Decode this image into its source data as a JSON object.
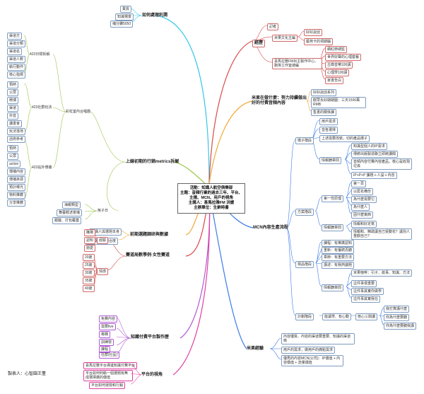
{
  "center": {
    "lines": [
      "活動：知識人航空俱樂部",
      "主題：音頻行業的過去三年、平台、主播、MCN、用戶的視角",
      "主講人：喜馬拉雅FM 洪媛",
      "主辦單位：生鮮時書"
    ]
  },
  "credit": "製表人：心智園王董",
  "branches": {
    "profit": {
      "title": "如何處理利潤",
      "items": [
        "賣貨",
        "知識場景",
        "補分鑽5050"
      ]
    },
    "career": {
      "title": "經歷",
      "items": [
        "記者",
        "米果文化主編",
        "好好說話",
        "藝苑卡的項期腦",
        "喜馬拉雅FM出主製作中心、跑埃工作室總編",
        "網紅節總監",
        "世界好聲的心理套餐",
        "古典音樂100講",
        "心理學100講",
        "家書告白"
      ]
    },
    "metrics": {
      "title": "上線初期的行銷metrics拆解",
      "group1": "彩虹室內合唱團",
      "g1_h1": "423日標拆解",
      "g1_h1_items": [
        "渠道方",
        "渠道分類",
        "渠道名",
        "渠道人數",
        "執行動作",
        "核心指標"
      ],
      "g1_h2": "423社群玩法",
      "g1_h2_items": [
        "預熱",
        "公眾",
        "微博",
        "渠道",
        "抖音",
        "讀書會",
        "玩法落地",
        "話術參考"
      ],
      "g1_h3": "423站外傳播",
      "g1_h3_items": [
        "預熱",
        "公眾",
        "action",
        "傳播內容",
        "傳播來源",
        "預計曝光",
        "物料推薦",
        "分享推薦"
      ],
      "group2": "吳子日",
      "g2_items": [
        "海報類型",
        "舞臺概述景播",
        "跟蹤、打包覆蓋"
      ]
    },
    "survey": {
      "title": "前期選題調研與數據",
      "items": [
        "主講人與選題本身",
        "同一選題的適合度"
      ]
    },
    "example": {
      "title": "賽道局數學例·女性賽道",
      "a_label": "經驗",
      "a_items": [
        "職場",
        "認知",
        "戀愛"
      ],
      "b_label": "情感",
      "b_items": [
        "20歲",
        "25歲",
        "30歲",
        "35歲",
        "40歲"
      ]
    },
    "paid": {
      "title": "知識付費平台製作歷",
      "items": [
        "免費內容",
        "需要live",
        "專欄",
        "訓練營",
        "課程",
        "社群(社區)"
      ]
    },
    "platform": {
      "title": "平台的視角",
      "items": [
        "喜馬拉雅平台邁進知識付費平台",
        "平台如何判斷一個選題有無成選擇廣的價值",
        "平台如何運營和行銷"
      ]
    },
    "orig": {
      "title": "米果在做什麼：努力持續做出好的付費音頻內容",
      "items": [
        "好好說話系列",
        "觀眾永好期期圍：三天1500萬RMB",
        "售書的關係課"
      ]
    },
    "mcn": {
      "title": "MCN內容生產流程",
      "s1": "嬌子階段",
      "s1_items": [
        "用戶需求",
        "音各選擇",
        "上述需要改裝，切的產品嬌子"
      ],
      "s1_sub": "情報篩章問",
      "s1_sub_items": [
        "知識型個人的IP需求",
        "傳統出版製造聯立即將讀聞",
        "音頻內容付費內容產品，核心是收現垃圾",
        "IP+P+P 課題＋人設＋內容"
      ],
      "s2": "方案階段",
      "s2_a": "第一性原理",
      "s2_a_items": [
        "第一頁",
        "以匿名備份",
        "為什麼需要它",
        "為什麼人",
        "因什麼東西"
      ],
      "s2_b": "情報篩章問",
      "s2_b_items": [
        "情報和好定寫",
        "情報和、精疏讓自己受動花？讓別人重觀自己?"
      ],
      "s3": "標品階段",
      "s3_items": [
        "課程：有推廣認知",
        "重新：有獲聘頁聽",
        "章節：有重要方法",
        "講述：有我熱議題"
      ],
      "s3_sub": "情報篩章問",
      "s3_sub_items": [
        "米果咖啡：引子、故事、知識、方法",
        "這件事很重要",
        "這件事其實你做學",
        "這件事其實我在"
      ],
      "s4": "計劃階段",
      "s4_a": "能讓學、有心動",
      "s4_b": "核心三閱讀",
      "s4_b_items": [
        "我打算講什麼",
        "你為什麼要聽",
        "你為什麼要聽我講"
      ]
    },
    "outcome": {
      "title": "米果經驗",
      "items": [
        "內容優質、內容的渠道要重要、知識的渠道條",
        "用戶的需求，做用戶的痛點需求",
        "優秀的內容MCN(公司)：IP價值 + 內容價值 + 流量價值"
      ]
    }
  }
}
